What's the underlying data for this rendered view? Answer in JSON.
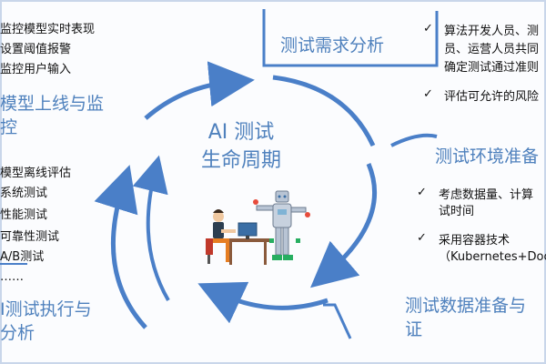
{
  "colors": {
    "accent": "#4f81bd",
    "arrow": "#4a7fc8",
    "text": "#111111"
  },
  "center": {
    "title_line1": "AI 测试",
    "title_line2": "生命周期"
  },
  "left_top": {
    "items": [
      "监控模型实时表现",
      "设置阈值报警",
      "监控用户输入"
    ],
    "heading_line1": "模型上线与监",
    "heading_line2": "控"
  },
  "left_middle": {
    "items": [
      "模型离线评估",
      "系统测试",
      "性能测试",
      "可靠性测试",
      "A/B测试",
      "……"
    ]
  },
  "left_bottom": {
    "heading_line1": "I测试执行与",
    "heading_line2": "分析"
  },
  "right_top": {
    "heading": "测试需求分析",
    "check_icon": "checkmark-icon",
    "point1_lines": [
      "算法开发人员、测",
      "员、运营人员共同",
      "确定测试通过准则"
    ],
    "point2_lines": [
      "评估可允许的风险"
    ]
  },
  "right_middle": {
    "heading": "测试环境准备",
    "point1_lines": [
      "考虑数据量、计算",
      "试时间"
    ],
    "point2_lines": [
      "采用容器技术",
      "（Kubernetes+Doc"
    ]
  },
  "right_bottom": {
    "heading_line1": "测试数据准备与",
    "heading_line2": "证"
  },
  "illustration": {
    "icon": "person-at-computer-and-robot-icon"
  }
}
